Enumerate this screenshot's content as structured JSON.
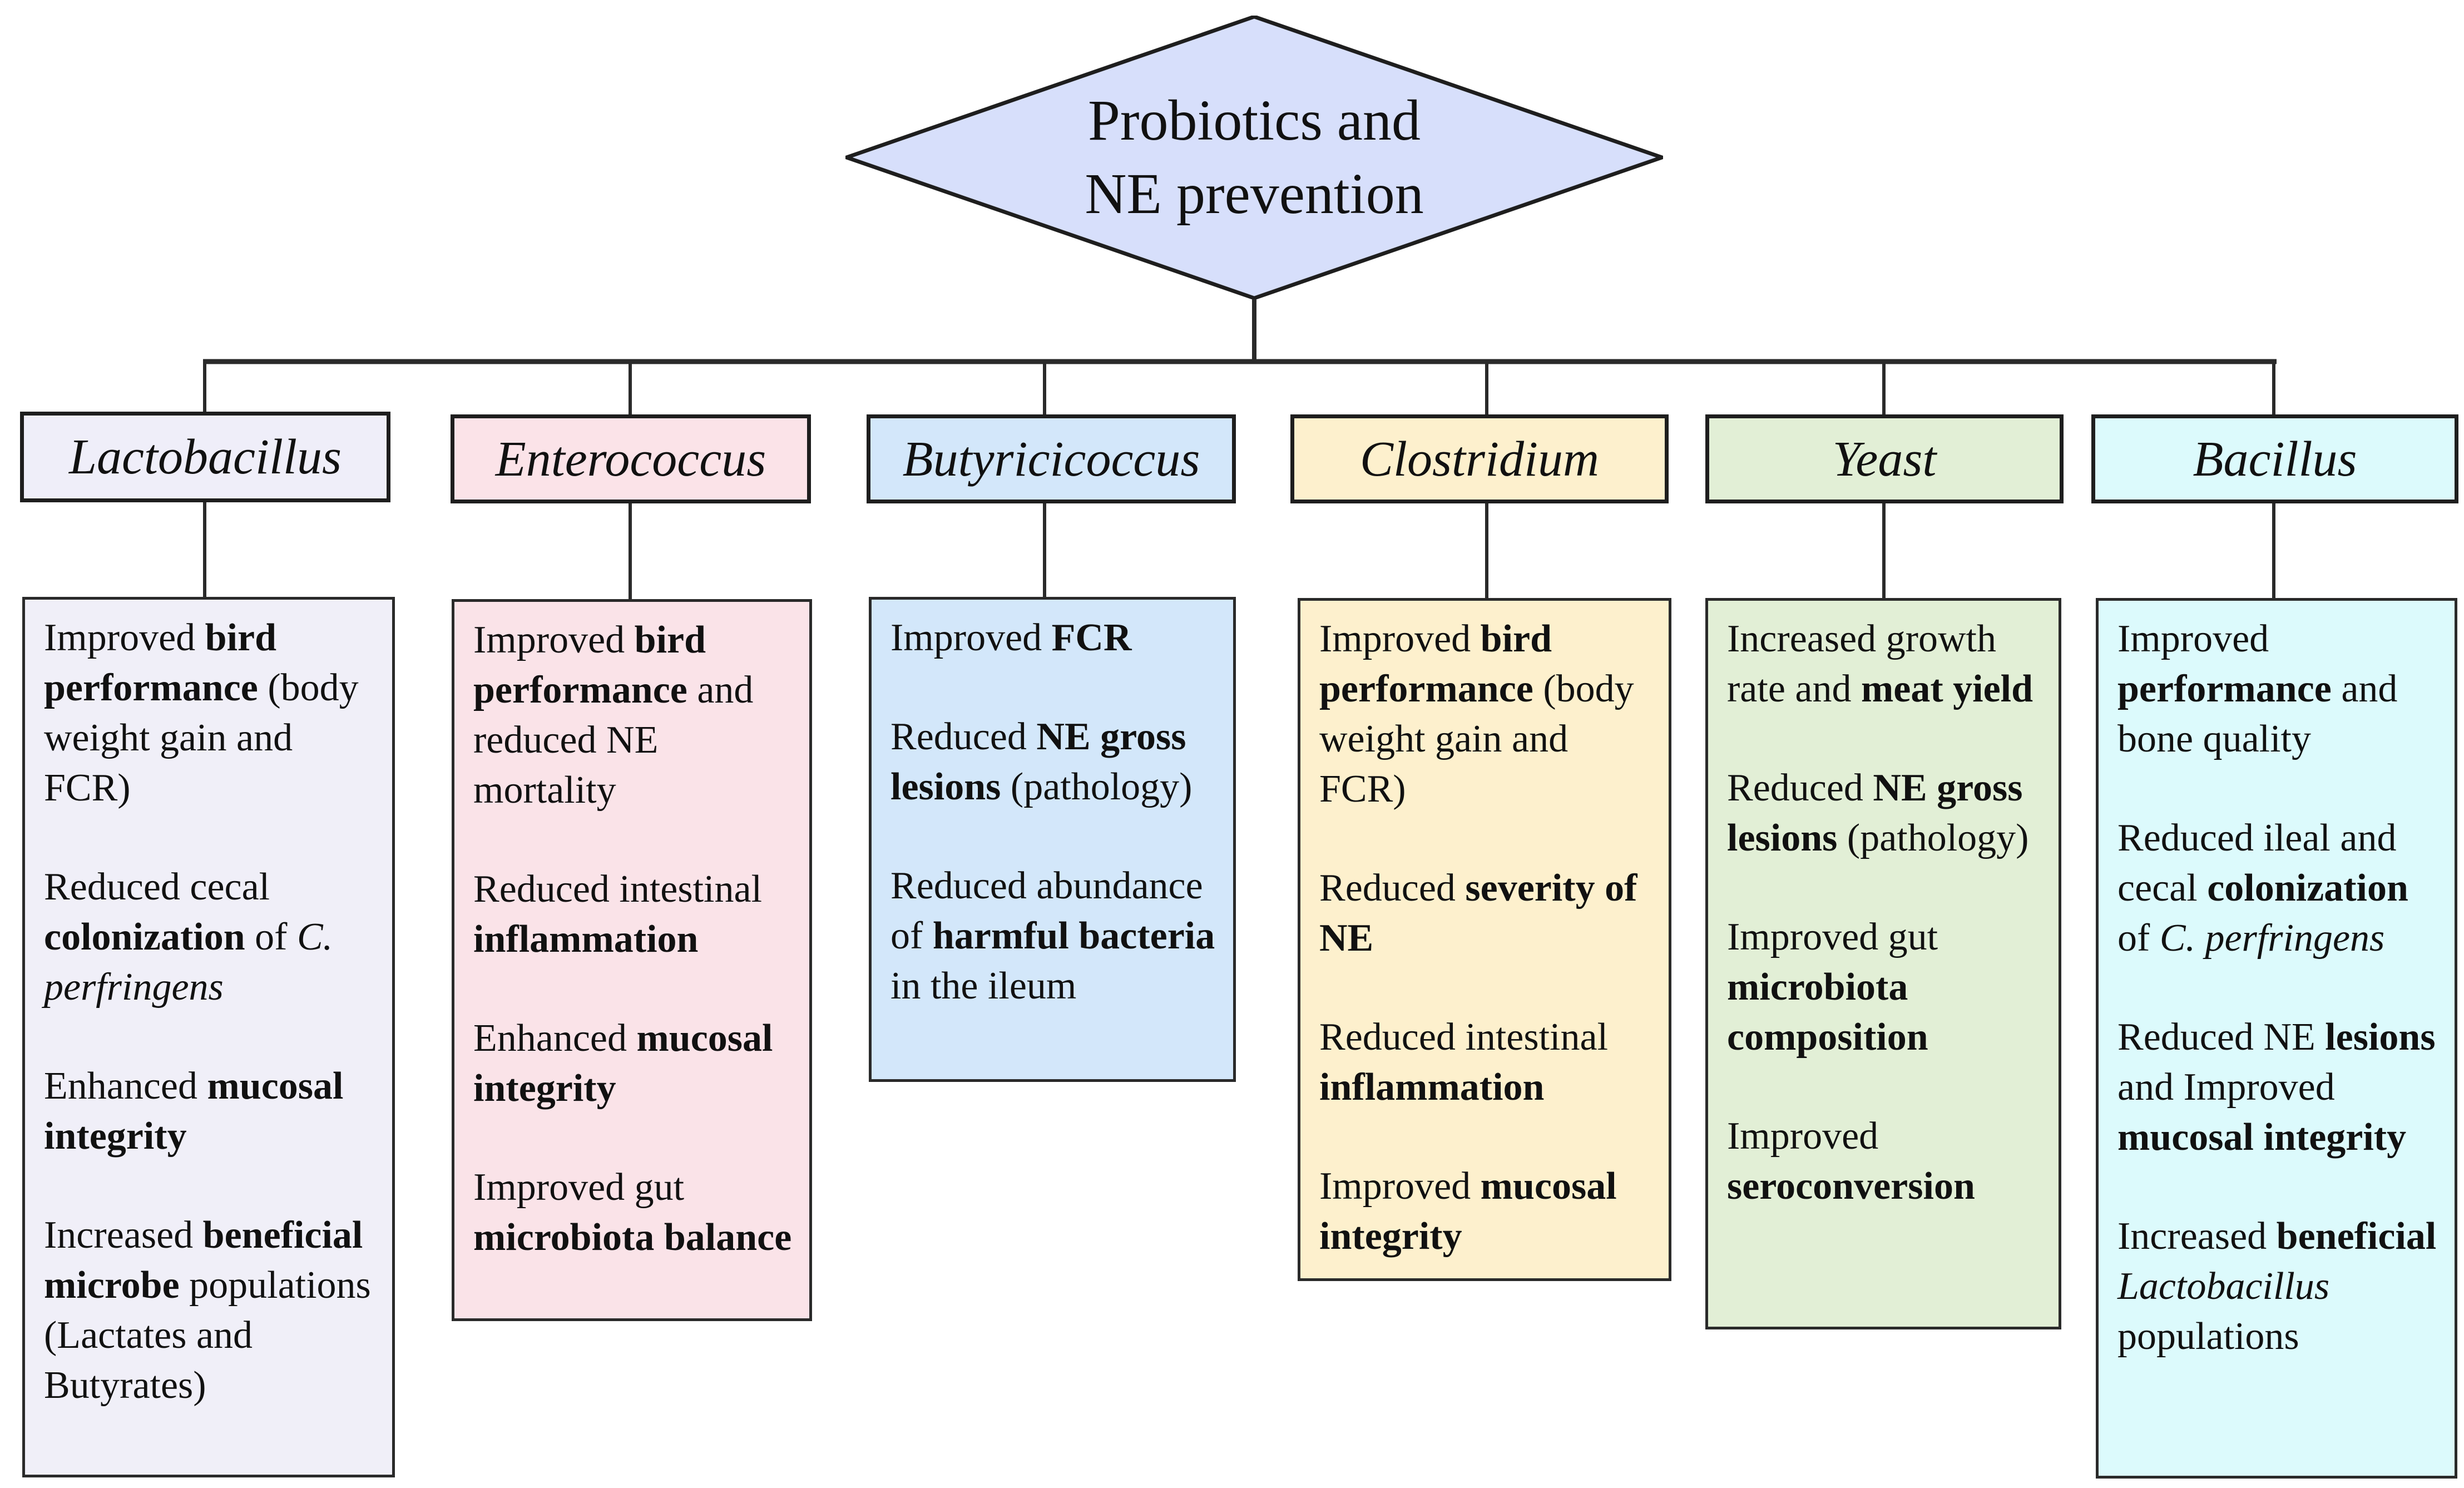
{
  "root": {
    "line1": "Probiotics and",
    "line2": "NE prevention",
    "fill": "#d7dffb"
  },
  "columns": [
    {
      "name": "Lactobacillus",
      "header_fill": "#efeef9",
      "box_fill": "#f0eff8",
      "items": [
        [
          {
            "t": "Improved "
          },
          {
            "t": "bird performance",
            "b": true
          },
          {
            "t": " (body weight gain and FCR)"
          }
        ],
        [
          {
            "t": "Reduced cecal "
          },
          {
            "t": "colonization",
            "b": true
          },
          {
            "t": " of "
          },
          {
            "t": "C. perfringens",
            "i": true
          }
        ],
        [
          {
            "t": "Enhanced "
          },
          {
            "t": "mucosal integrity",
            "b": true
          }
        ],
        [
          {
            "t": "Increased "
          },
          {
            "t": "beneficial microbe",
            "b": true
          },
          {
            "t": " populations (Lactates and Butyrates)"
          }
        ]
      ]
    },
    {
      "name": "Enterococcus",
      "header_fill": "#fbe3e8",
      "box_fill": "#fae3e8",
      "items": [
        [
          {
            "t": "Improved "
          },
          {
            "t": "bird performance",
            "b": true
          },
          {
            "t": " and reduced NE mortality"
          }
        ],
        [
          {
            "t": "Reduced intestinal "
          },
          {
            "t": "inflammation",
            "b": true
          }
        ],
        [
          {
            "t": "Enhanced "
          },
          {
            "t": "mucosal integrity",
            "b": true
          }
        ],
        [
          {
            "t": "Improved gut "
          },
          {
            "t": "microbiota balance",
            "b": true
          }
        ]
      ]
    },
    {
      "name": "Butyricicoccus",
      "header_fill": "#d3e7fa",
      "box_fill": "#d3e7fa",
      "items": [
        [
          {
            "t": "Improved "
          },
          {
            "t": "FCR",
            "b": true
          }
        ],
        [
          {
            "t": "Reduced "
          },
          {
            "t": "NE gross lesions",
            "b": true
          },
          {
            "t": " (pathology)"
          }
        ],
        [
          {
            "t": "Reduced abundance of "
          },
          {
            "t": "harmful bacteria",
            "b": true
          },
          {
            "t": " in the ileum"
          }
        ]
      ]
    },
    {
      "name": "Clostridium",
      "header_fill": "#fdf0cd",
      "box_fill": "#fdf0cd",
      "items": [
        [
          {
            "t": "Improved "
          },
          {
            "t": "bird performance",
            "b": true
          },
          {
            "t": " (body weight gain and FCR)"
          }
        ],
        [
          {
            "t": "Reduced "
          },
          {
            "t": "severity of NE",
            "b": true
          }
        ],
        [
          {
            "t": "Reduced intestinal "
          },
          {
            "t": "inflammation",
            "b": true
          }
        ],
        [
          {
            "t": "Improved "
          },
          {
            "t": "mucosal integrity",
            "b": true
          }
        ]
      ]
    },
    {
      "name": "Yeast",
      "header_fill": "#e2efd6",
      "box_fill": "#e2efd6",
      "items": [
        [
          {
            "t": "Increased growth rate and "
          },
          {
            "t": "meat yield",
            "b": true
          }
        ],
        [
          {
            "t": "Reduced "
          },
          {
            "t": "NE gross lesions",
            "b": true
          },
          {
            "t": " (pathology)"
          }
        ],
        [
          {
            "t": "Improved gut "
          },
          {
            "t": "microbiota composition",
            "b": true
          }
        ],
        [
          {
            "t": "Improved "
          },
          {
            "t": "seroconversion",
            "b": true
          }
        ]
      ]
    },
    {
      "name": "Bacillus",
      "header_fill": "#dcfafc",
      "box_fill": "#dcfafc",
      "items": [
        [
          {
            "t": "Improved "
          },
          {
            "t": "performance",
            "b": true
          },
          {
            "t": " and bone quality"
          }
        ],
        [
          {
            "t": "Reduced ileal and cecal "
          },
          {
            "t": "colonization",
            "b": true
          },
          {
            "t": " of "
          },
          {
            "t": "C. perfringens",
            "i": true
          }
        ],
        [
          {
            "t": "Reduced NE "
          },
          {
            "t": "lesions",
            "b": true
          },
          {
            "t": " and Improved "
          },
          {
            "t": "mucosal integrity",
            "b": true
          }
        ],
        [
          {
            "t": "Increased "
          },
          {
            "t": "beneficial",
            "b": true
          },
          {
            "t": " "
          },
          {
            "t": "Lactobacillus",
            "i": true
          },
          {
            "t": " populations"
          }
        ]
      ]
    }
  ]
}
